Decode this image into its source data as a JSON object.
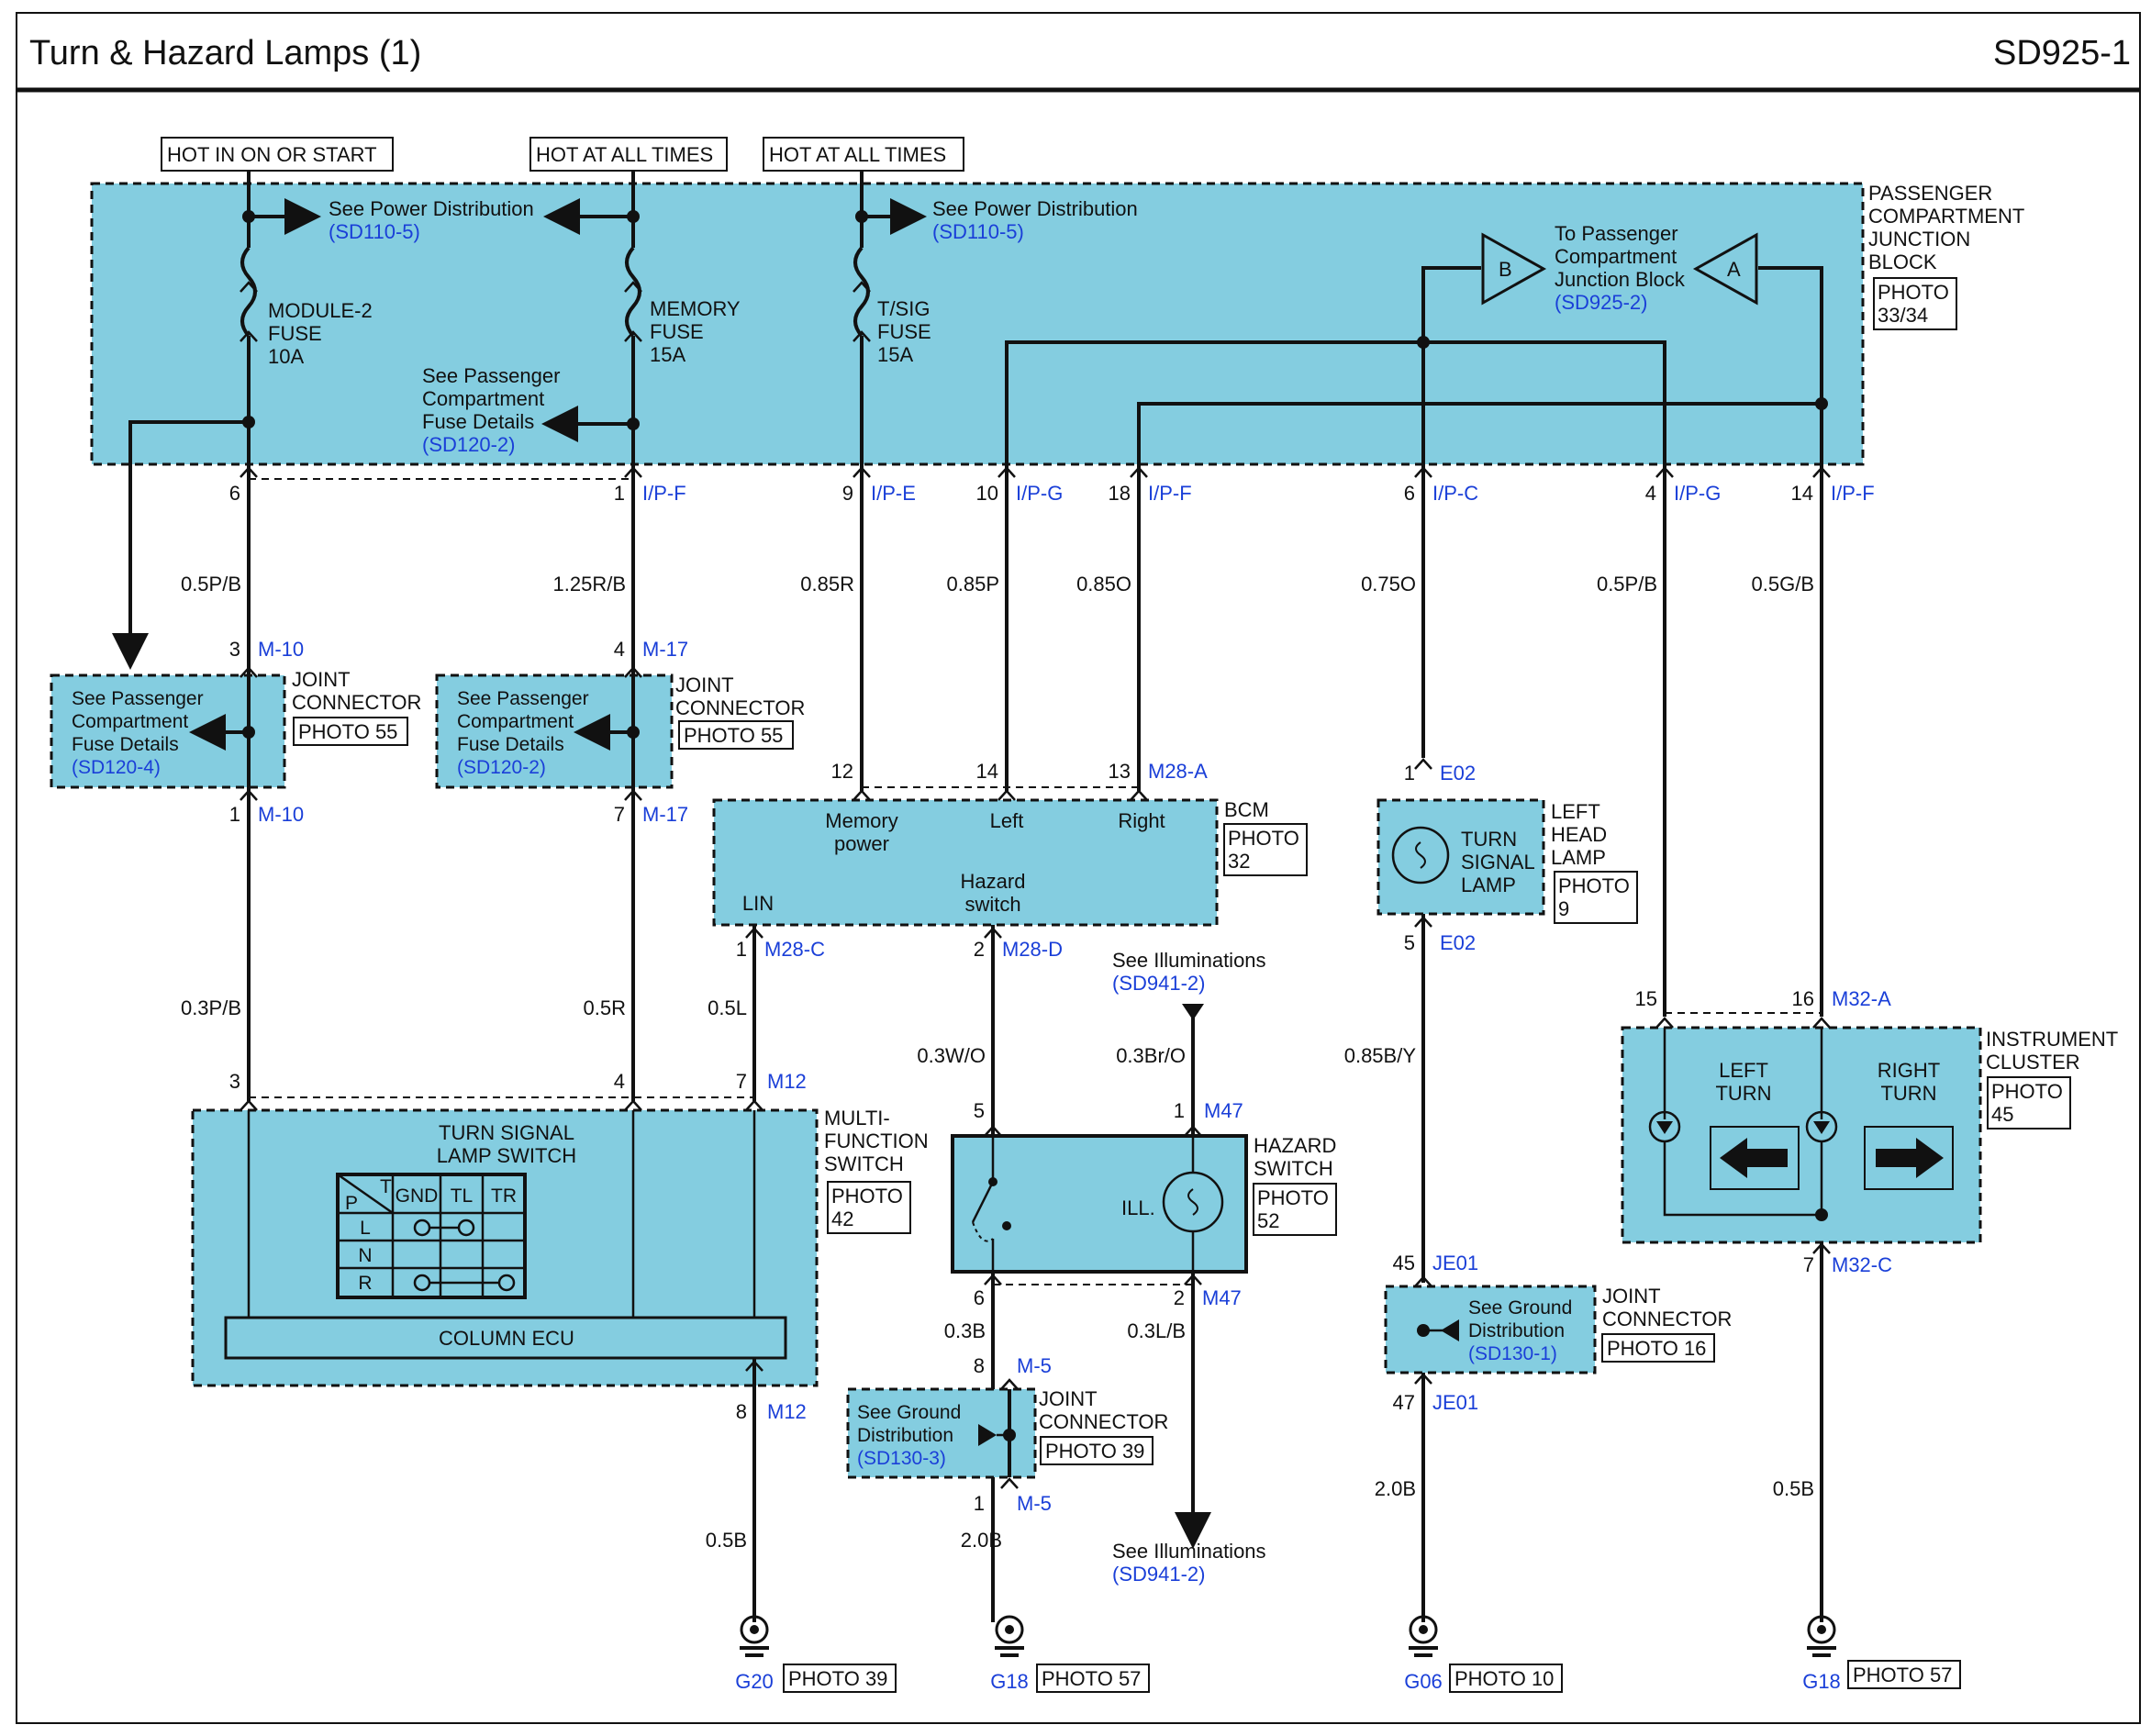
{
  "header": {
    "title": "Turn & Hazard Lamps (1)",
    "code": "SD925-1"
  },
  "power_labels": [
    "HOT IN ON OR START",
    "HOT AT ALL TIMES",
    "HOT AT ALL TIMES"
  ],
  "pcjb": {
    "name_lines": [
      "PASSENGER",
      "COMPARTMENT",
      "JUNCTION",
      "BLOCK"
    ],
    "photo_lines": [
      "PHOTO",
      "33/34"
    ],
    "see_power_1": "See Power Distribution",
    "see_power_1_ref": "(SD110-5)",
    "see_power_2": "See Power Distribution",
    "see_power_2_ref": "(SD110-5)",
    "fuse_module2": [
      "MODULE-2",
      "FUSE",
      "10A"
    ],
    "fuse_memory": [
      "MEMORY",
      "FUSE",
      "15A"
    ],
    "fuse_tsig": [
      "T/SIG",
      "FUSE",
      "15A"
    ],
    "see_fuse_lines": [
      "See Passenger",
      "Compartment",
      "Fuse Details"
    ],
    "see_fuse_ref": "(SD120-2)",
    "to_pcjb_lines": [
      "To Passenger",
      "Compartment",
      "Junction Block"
    ],
    "to_pcjb_ref": "(SD925-2)",
    "tri_b": "B",
    "tri_a": "A"
  },
  "pcjb_pins": [
    {
      "pin": "6",
      "conn": ""
    },
    {
      "pin": "1",
      "conn": "I/P-F"
    },
    {
      "pin": "9",
      "conn": "I/P-E"
    },
    {
      "pin": "10",
      "conn": "I/P-G"
    },
    {
      "pin": "18",
      "conn": "I/P-F"
    },
    {
      "pin": "6",
      "conn": "I/P-C"
    },
    {
      "pin": "4",
      "conn": "I/P-G"
    },
    {
      "pin": "14",
      "conn": "I/P-F"
    }
  ],
  "wires_upper": [
    "0.5P/B",
    "1.25R/B",
    "0.85R",
    "0.85P",
    "0.85O",
    "0.75O",
    "0.5P/B",
    "0.5G/B"
  ],
  "jc_m10": {
    "top_pin": "3",
    "top_conn": "M-10",
    "bot_pin": "1",
    "bot_conn": "M-10",
    "text_lines": [
      "See Passenger",
      "Compartment",
      "Fuse Details"
    ],
    "ref": "(SD120-4)",
    "name_lines": [
      "JOINT",
      "CONNECTOR"
    ],
    "photo": "PHOTO 55"
  },
  "jc_m17": {
    "top_pin": "4",
    "top_conn": "M-17",
    "bot_pin": "7",
    "bot_conn": "M-17",
    "text_lines": [
      "See Passenger",
      "Compartment",
      "Fuse Details"
    ],
    "ref": "(SD120-2)",
    "name_lines": [
      "JOINT",
      "CONNECTOR"
    ],
    "photo": "PHOTO 55"
  },
  "bcm": {
    "name": "BCM",
    "photo_lines": [
      "PHOTO",
      "32"
    ],
    "pin_mem": "12",
    "pin_left": "14",
    "pin_right": "13",
    "conn_top": "M28-A",
    "lbl_mem": [
      "Memory",
      "power"
    ],
    "lbl_left": "Left",
    "lbl_right": "Right",
    "lbl_lin": "LIN",
    "lbl_hazard": [
      "Hazard",
      "switch"
    ],
    "pin_lin": "1",
    "conn_lin": "M28-C",
    "pin_haz": "2",
    "conn_haz": "M28-D"
  },
  "left_head_lamp": {
    "top_pin": "1",
    "top_conn": "E02",
    "bot_pin": "5",
    "bot_conn": "E02",
    "lamp_lines": [
      "TURN",
      "SIGNAL",
      "LAMP"
    ],
    "name_lines": [
      "LEFT",
      "HEAD",
      "LAMP"
    ],
    "photo_lines": [
      "PHOTO",
      "9"
    ]
  },
  "illum_top": {
    "text": "See Illuminations",
    "ref": "(SD941-2)"
  },
  "illum_bot": {
    "text": "See Illuminations",
    "ref": "(SD941-2)"
  },
  "mfs": {
    "pin_a": "3",
    "pin_b": "4",
    "pin_c": "7",
    "conn": "M12",
    "bot_pin": "8",
    "bot_conn": "M12",
    "name_lines": [
      "MULTI-",
      "FUNCTION",
      "SWITCH"
    ],
    "photo_lines": [
      "PHOTO",
      "42"
    ],
    "switch_title": [
      "TURN SIGNAL",
      "LAMP SWITCH"
    ],
    "col_headers": [
      "GND",
      "TL",
      "TR"
    ],
    "corner_p": "P",
    "corner_t": "T",
    "row_labels": [
      "L",
      "N",
      "R"
    ],
    "ecu": "COLUMN ECU"
  },
  "wires_mid": [
    "0.3P/B",
    "0.5R",
    "0.5L",
    "0.3W/O",
    "0.3Br/O",
    "0.85B/Y"
  ],
  "hazard": {
    "pin_top_l": "5",
    "pin_top_r": "1",
    "conn_top": "M47",
    "pin_bot_l": "6",
    "pin_bot_r": "2",
    "conn_bot": "M47",
    "ill": "ILL.",
    "name_lines": [
      "HAZARD",
      "SWITCH"
    ],
    "photo_lines": [
      "PHOTO",
      "52"
    ]
  },
  "wires_haz": [
    "0.3B",
    "0.3L/B"
  ],
  "jc_m5": {
    "top_pin": "8",
    "top_conn": "M-5",
    "bot_pin": "1",
    "bot_conn": "M-5",
    "text_lines": [
      "See Ground",
      "Distribution"
    ],
    "ref": "(SD130-3)",
    "name_lines": [
      "JOINT",
      "CONNECTOR"
    ],
    "photo": "PHOTO 39"
  },
  "jc_je01": {
    "top_pin": "45",
    "top_conn": "JE01",
    "bot_pin": "47",
    "bot_conn": "JE01",
    "text_lines": [
      "See Ground",
      "Distribution"
    ],
    "ref": "(SD130-1)",
    "name_lines": [
      "JOINT",
      "CONNECTOR"
    ],
    "photo": "PHOTO 16"
  },
  "cluster": {
    "pin_l": "15",
    "pin_r": "16",
    "conn": "M32-A",
    "bot_pin": "7",
    "bot_conn": "M32-C",
    "left_lines": [
      "LEFT",
      "TURN"
    ],
    "right_lines": [
      "RIGHT",
      "TURN"
    ],
    "name_lines": [
      "INSTRUMENT",
      "CLUSTER"
    ],
    "photo_lines": [
      "PHOTO",
      "45"
    ]
  },
  "wires_low": [
    "0.5B",
    "2.0B",
    "2.0B",
    "0.5B"
  ],
  "grounds": [
    {
      "id": "G20",
      "photo": "PHOTO 39"
    },
    {
      "id": "G18",
      "photo": "PHOTO 57"
    },
    {
      "id": "G06",
      "photo": "PHOTO 10"
    },
    {
      "id": "G18",
      "photo": "PHOTO 57"
    }
  ],
  "colors": {
    "box_fill": "#84cde0",
    "ref_blue": "#1a3fd8"
  }
}
